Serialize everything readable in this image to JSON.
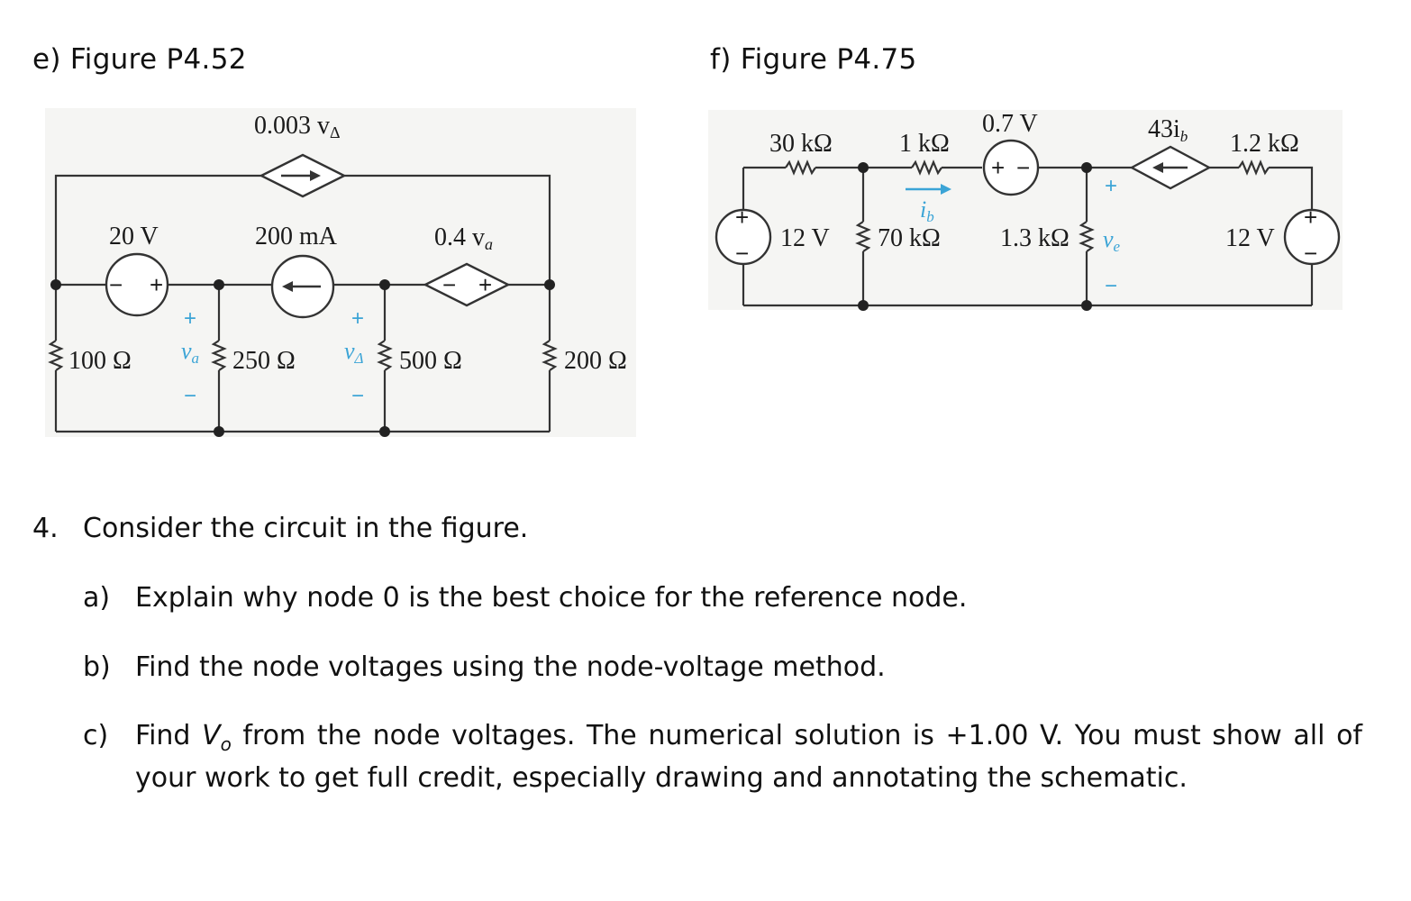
{
  "headings": {
    "e": "e) Figure P4.52",
    "f": "f) Figure P4.75"
  },
  "figure_e": {
    "labels": {
      "dep_current_top": "0.003 v",
      "dep_current_top_sub": "Δ",
      "source_20v": "20 V",
      "source_200ma": "200 mA",
      "dep_voltage": "0.4 v",
      "dep_voltage_sub": "a",
      "r_100": "100 Ω",
      "r_250": "250 Ω",
      "r_500": "500 Ω",
      "r_200": "200 Ω",
      "va": "v",
      "va_sub": "a",
      "vdelta": "v",
      "vdelta_sub": "Δ",
      "plus": "+",
      "minus": "−"
    }
  },
  "figure_f": {
    "labels": {
      "r_30k": "30 kΩ",
      "r_1k": "1 kΩ",
      "v_07": "0.7 V",
      "dep_current": "43i",
      "dep_current_sub": "b",
      "r_12k": "1.2 kΩ",
      "source_12v_left": "12 V",
      "r_70k": "70 kΩ",
      "r_13k": "1.3 kΩ",
      "source_12v_right": "12 V",
      "ib": "i",
      "ib_sub": "b",
      "ve": "v",
      "ve_sub": "e",
      "plus": "+",
      "minus": "−"
    },
    "colors": {
      "accent": "#3ba4d6"
    }
  },
  "problem": {
    "number": "4.",
    "intro": "Consider the circuit in the figure.",
    "parts": [
      {
        "letter": "a)",
        "text": "Explain why node 0 is the best choice for the reference node."
      },
      {
        "letter": "b)",
        "text": "Find the node voltages using the node-voltage method."
      },
      {
        "letter": "c)",
        "text_before": "Find ",
        "var": "V",
        "var_sub": "o",
        "text_after": " from the node voltages. The numerical solution is +1.00 V. You must show all of your work to get full credit, especially drawing and annotating the schematic."
      }
    ]
  }
}
